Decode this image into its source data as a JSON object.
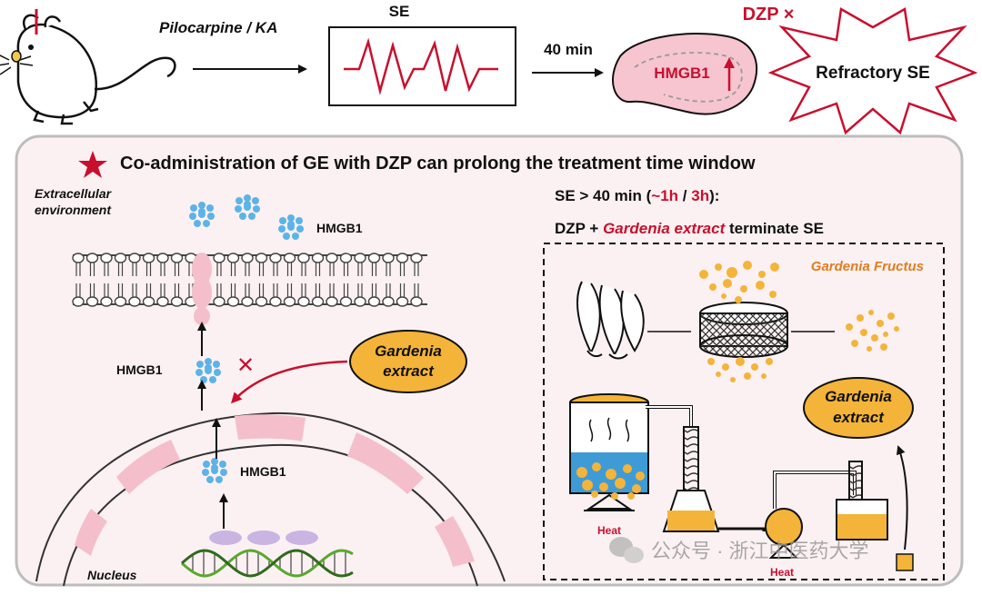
{
  "top": {
    "treatment_label": "Pilocarpine / KA",
    "se_label": "SE",
    "time_label": "40 min",
    "protein_label": "HMGB1",
    "drug_label": "DZP ×",
    "outcome_label": "Refractory SE"
  },
  "panel": {
    "title": "Co-administration of GE with DZP can  prolong the treatment time window",
    "left": {
      "extracellular_line1": "Extracellular",
      "extracellular_line2": "environment",
      "hmgb1_outside": "HMGB1",
      "hmgb1_cytoplasm": "HMGB1",
      "hmgb1_nuclear": "HMGB1",
      "extract_line1": "Gardenia",
      "extract_line2": "extract",
      "nucleus_label": "Nucleus"
    },
    "right": {
      "condition_prefix": "SE > 40 min (",
      "condition_t1": "~1h",
      "condition_sep": " / ",
      "condition_t2": "3h",
      "condition_suffix": "):",
      "result_prefix": "DZP + ",
      "result_extract": "Gardenia extract",
      "result_suffix": " terminate SE",
      "fructus_label": "Gardenia Fructus",
      "extract_line1": "Gardenia",
      "extract_line2": "extract",
      "heat_label_1": "Heat",
      "heat_label_2": "Heat"
    }
  },
  "watermark": "公众号 · 浙江中医药大学",
  "colors": {
    "accent_red": "#c8102e",
    "panel_bg": "#fcf1f2",
    "membrane_pink": "#f0a9b8",
    "hmgb1_blue": "#5cb3e8",
    "gardenia_orange": "#f4b43a"
  }
}
